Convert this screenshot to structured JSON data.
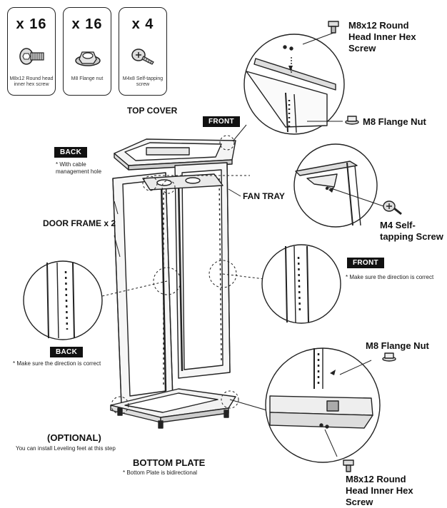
{
  "parts": [
    {
      "count": "x 16",
      "label": "M8x12 Round head inner hex screw",
      "icon": "hex-screw-icon"
    },
    {
      "count": "x 16",
      "label": "M8 Flange nut",
      "icon": "flange-nut-icon"
    },
    {
      "count": "x 4",
      "label": "M4x8 Self-tapping screw",
      "icon": "self-tapping-screw-icon"
    }
  ],
  "labels": {
    "top_cover": "TOP COVER",
    "front_top": "FRONT",
    "back_top": "BACK",
    "back_top_note": "* With cable management hole",
    "m8x12_top": "M8x12 Round Head Inner Hex Screw",
    "m8_flange_top": "M8 Flange Nut",
    "fan_tray": "FAN TRAY",
    "m4_self": "M4 Self-tapping Screw",
    "door_frame": "DOOR FRAME x 2",
    "front_mid": "FRONT",
    "front_mid_note": "* Make sure the direction is correct",
    "back_mid": "BACK",
    "back_mid_note": "* Make sure the direction is correct",
    "m8_flange_bottom": "M8 Flange Nut",
    "optional": "(OPTIONAL)",
    "optional_note": "You can install Leveling feet at this step",
    "bottom_plate": "BOTTOM PLATE",
    "bottom_plate_note": "* Bottom Plate is bidirectional",
    "m8x12_bottom": "M8x12 Round Head Inner Hex Screw"
  }
}
